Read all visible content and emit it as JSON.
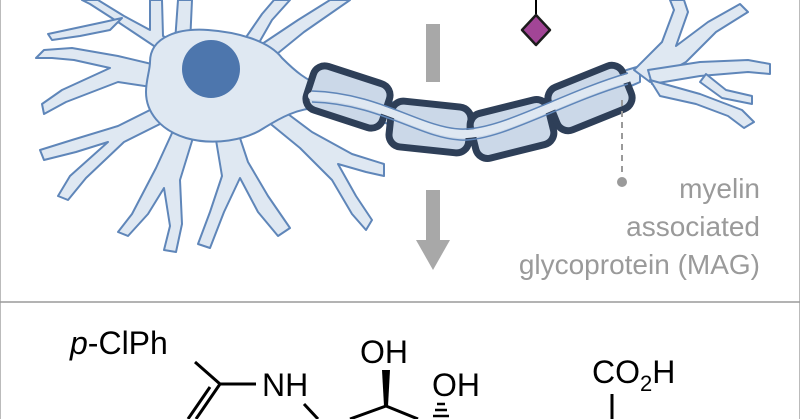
{
  "label": {
    "line1": "myelin",
    "line2": "associated",
    "line3": "glycoprotein (MAG)"
  },
  "chem": {
    "para_prefix": "p",
    "cl_ph": "-ClPh",
    "nh": "NH",
    "oh": "OH",
    "co2h_main": "CO",
    "co2h_sub": "2",
    "co2h_end": "H"
  },
  "colors": {
    "neuron_fill": "#dfe8f2",
    "neuron_stroke": "#5f86b9",
    "nucleus": "#4d76ad",
    "myelin_fill": "#cbd8e8",
    "myelin_stroke": "#2e3f58",
    "arrow_gray": "#a8a8a8",
    "label_gray": "#9a9a9a",
    "diamond": "#a24596"
  }
}
